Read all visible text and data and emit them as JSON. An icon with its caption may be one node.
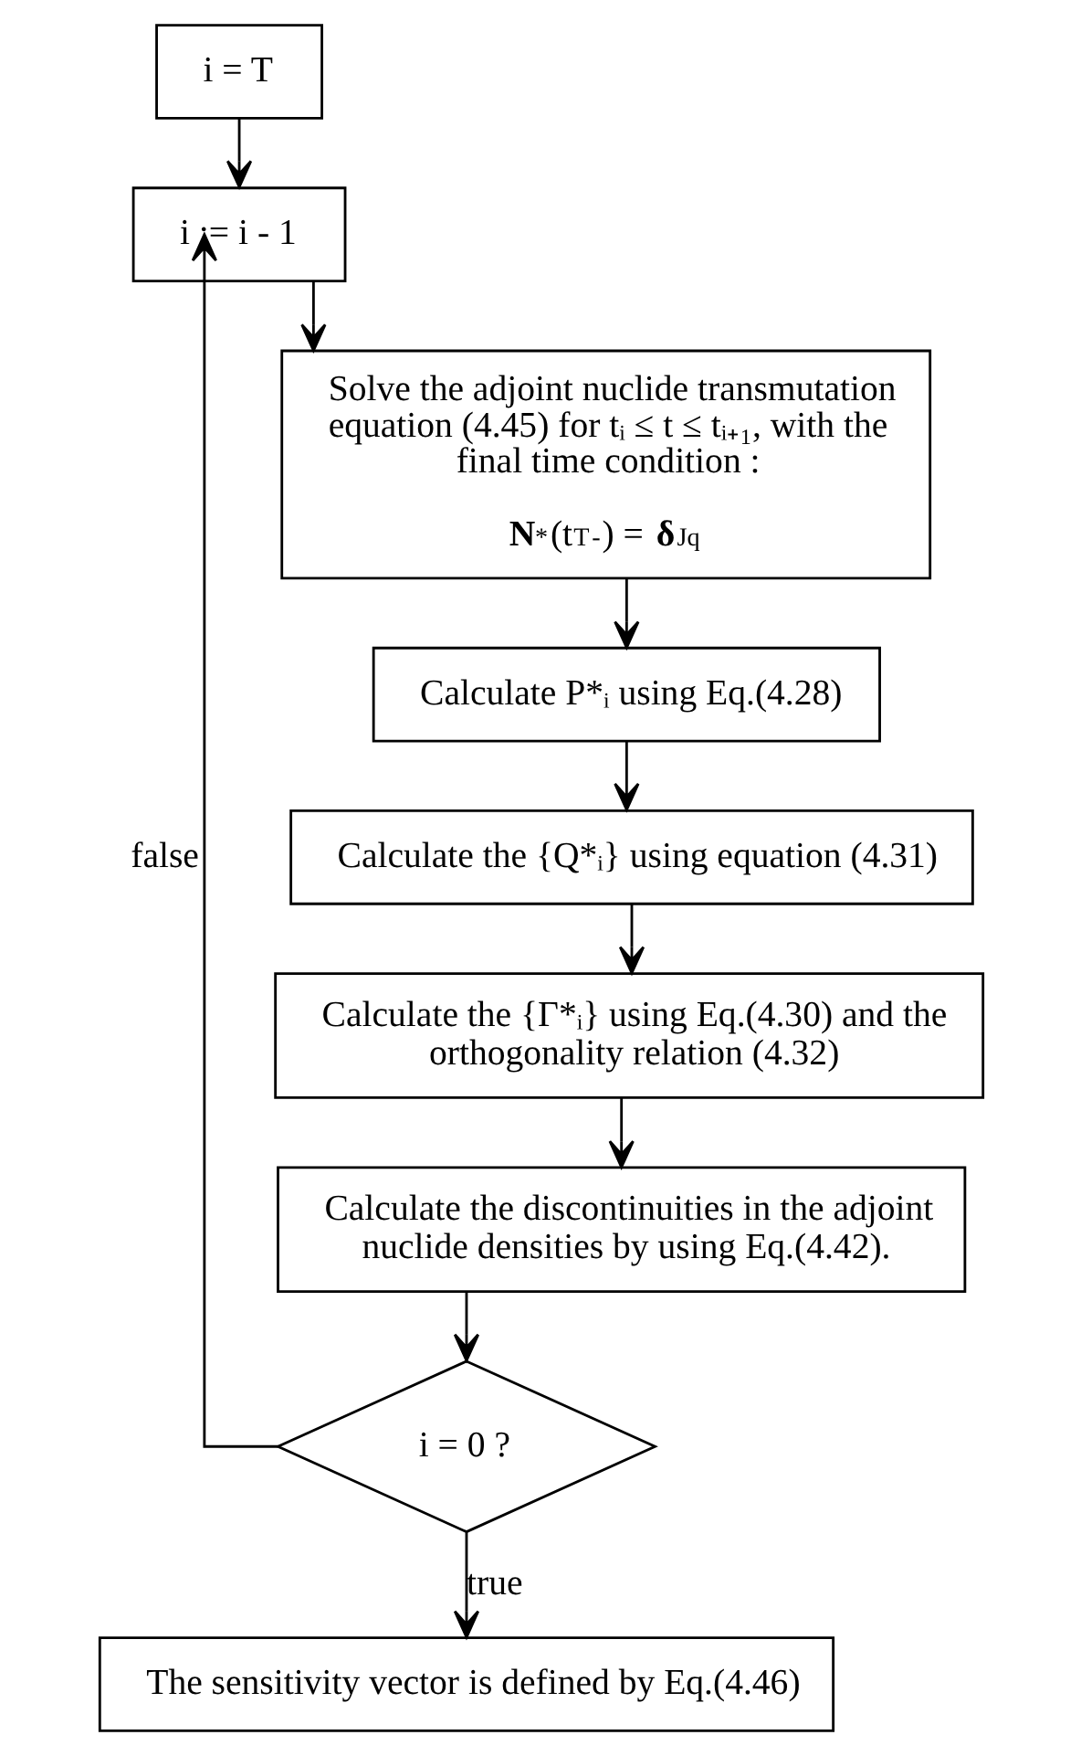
{
  "diagram": {
    "nodes": [
      {
        "text": [
          "i = T"
        ]
      },
      {
        "text": [
          "i := i - 1"
        ]
      },
      {
        "text": [
          "Solve the adjoint nuclide transmutation equation (4.45) for tᵢ ≤ t ≤ tᵢ₊₁, with the final time condition :",
          "**N**$^{*}$(t$_{T}$$^{-}$) = **δ**$_{Jq}$"
        ]
      },
      {
        "text": [
          "Calculate P*ᵢ using Eq.(4.28)"
        ]
      },
      {
        "text": [
          "Calculate the {Q*ᵢ} using equation (4.31)"
        ]
      },
      {
        "text": [
          "Calculate the {Γ*ᵢ} using Eq.(4.30) and the orthogonality relation (4.32)"
        ]
      },
      {
        "text": [
          "Calculate the discontinuities in the adjoint nuclide densities by using Eq.(4.42)."
        ]
      },
      {
        "text": [
          "i = 0 ?"
        ]
      },
      {
        "text": [
          "The sensitivity vector is defined by Eq.(4.46)"
        ]
      }
    ],
    "edges": [
      {
        "from": 0,
        "to": 1,
        "arrow": "to"
      },
      {
        "from": 1,
        "to": 2,
        "arrow": "to"
      },
      {
        "from": 2,
        "to": 3,
        "arrow": "to"
      },
      {
        "from": 3,
        "to": 4,
        "arrow": "to"
      },
      {
        "from": 4,
        "to": 5,
        "arrow": "to"
      },
      {
        "from": 5,
        "to": 6,
        "arrow": "to"
      },
      {
        "from": 6,
        "to": 7,
        "arrow": "to"
      },
      {
        "from": 7,
        "to": 1,
        "arrow": "to",
        "label": "false"
      },
      {
        "from": 7,
        "to": 8,
        "arrow": "to",
        "label": "true"
      }
    ]
  }
}
